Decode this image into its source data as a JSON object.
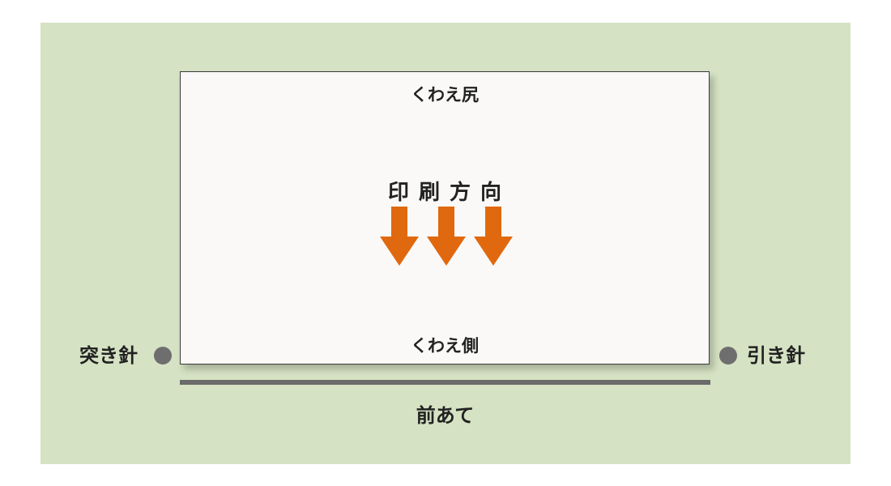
{
  "labels": {
    "tail_edge": "くわえ尻",
    "gripper_edge": "くわえ側",
    "print_direction": "印刷方向",
    "push_guide": "突き針",
    "pull_guide": "引き針",
    "front_guide": "前あて"
  },
  "colors": {
    "background": "#d5e2c3",
    "sheet": "#faf9f7",
    "arrow": "#e0690f",
    "pin": "#6e6e6e",
    "rail": "#6b6b6b"
  },
  "icons": {
    "arrow": "arrow-down-icon",
    "pin": "pin-dot-icon"
  }
}
